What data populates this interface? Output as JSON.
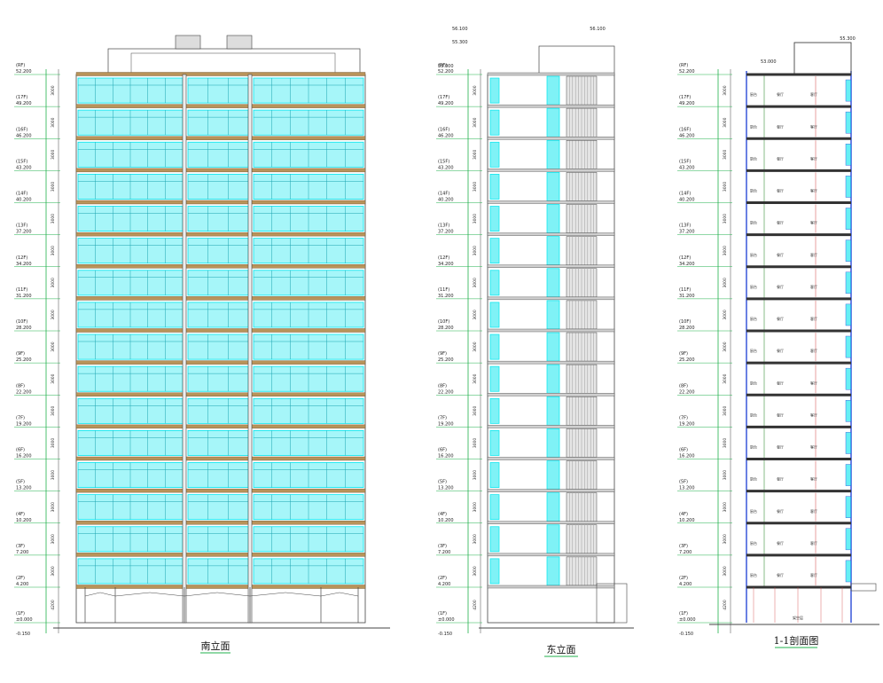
{
  "titles": {
    "south": "南立面",
    "east": "东立面",
    "section": "1-1剖面图"
  },
  "floor_labels": [
    "(1F)",
    "(2F)",
    "(3F)",
    "(4F)",
    "(5F)",
    "(6F)",
    "(7F)",
    "(8F)",
    "(9F)",
    "(10F)",
    "(11F)",
    "(12F)",
    "(13F)",
    "(14F)",
    "(15F)",
    "(16F)",
    "(17F)",
    "(RF)"
  ],
  "floor_levels": [
    "±0.000",
    "4.200",
    "7.200",
    "10.200",
    "13.200",
    "16.200",
    "19.200",
    "22.200",
    "25.200",
    "28.200",
    "31.200",
    "34.200",
    "37.200",
    "40.200",
    "43.200",
    "46.200",
    "49.200",
    "52.200"
  ],
  "ground_level": "-0.150",
  "top_level": "53.000",
  "roof_levels": [
    "56.100",
    "55.300"
  ],
  "story_heights": [
    "4200",
    "3000"
  ],
  "room_names": [
    "厨台",
    "餐厅",
    "客厅"
  ],
  "ground_room": "架空层",
  "colors": {
    "glass": "#00e5ee",
    "slab": "#b8935a",
    "line": "#444444",
    "dim_green": "#22b14c",
    "section_blue": "#2a4bd7",
    "section_red": "#d04040"
  }
}
